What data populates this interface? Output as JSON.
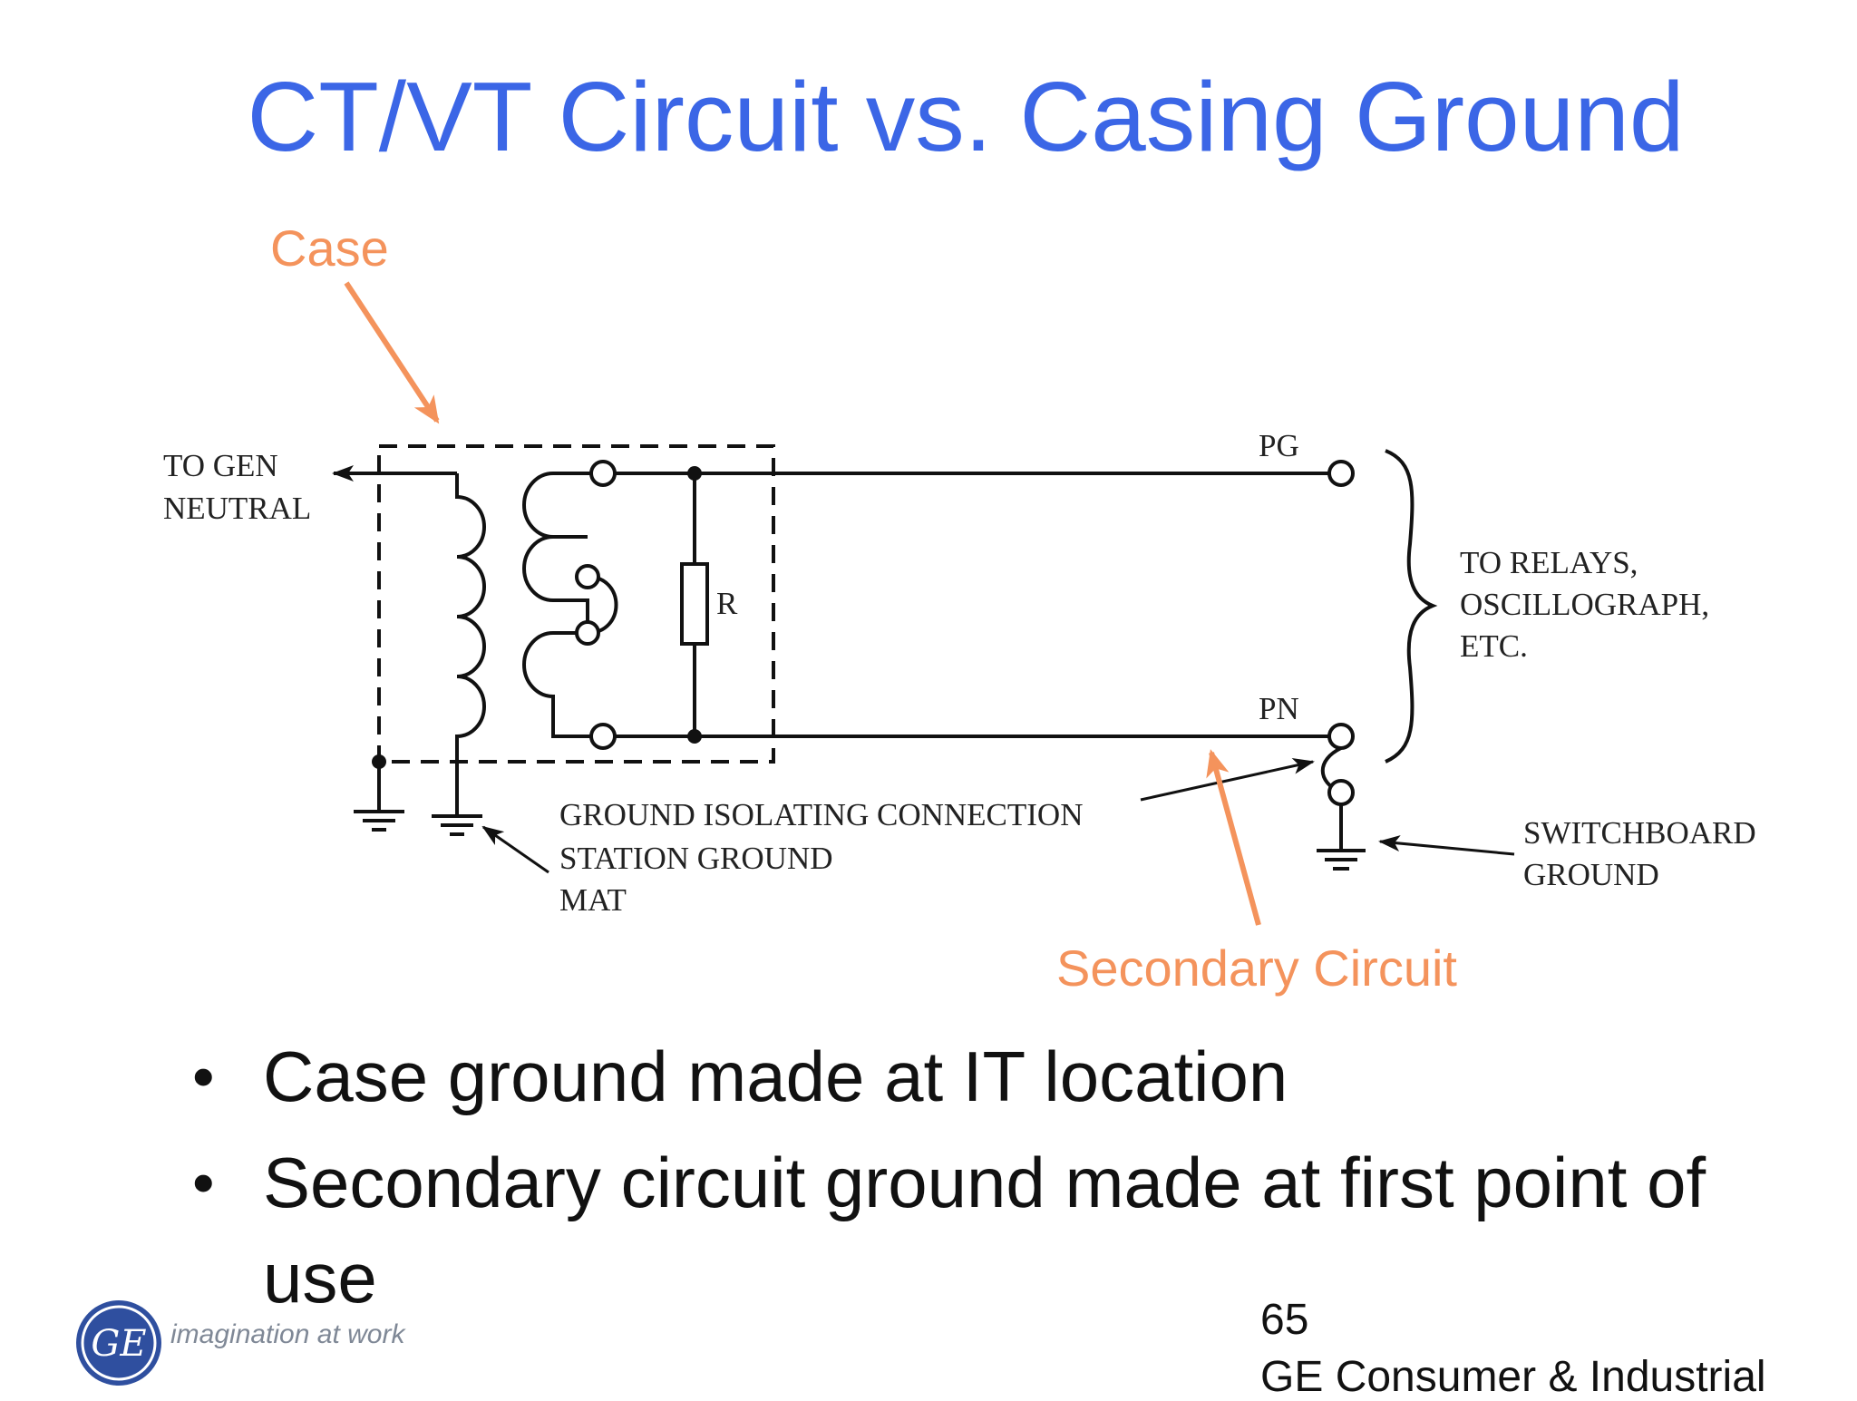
{
  "title": "CT/VT Circuit vs. Casing Ground",
  "callouts": {
    "case": "Case",
    "secondary_circuit": "Secondary Circuit"
  },
  "diagram": {
    "to_gen_neutral": [
      "TO GEN",
      "NEUTRAL"
    ],
    "pg": "PG",
    "pn": "PN",
    "resistor": "R",
    "to_relays": [
      "TO RELAYS,",
      "OSCILLOGRAPH,",
      "ETC."
    ],
    "ground_isolating": "GROUND ISOLATING CONNECTION",
    "station_ground": [
      "STATION GROUND",
      "MAT"
    ],
    "switchboard_ground": [
      "SWITCHBOARD",
      "GROUND"
    ]
  },
  "bullets": [
    "Case ground made at IT location",
    "Secondary circuit ground made at first point of use"
  ],
  "footer": {
    "slide_number": "65",
    "company": "GE Consumer & Industrial",
    "logo_mark": "GE",
    "logo_tagline": "imagination at work"
  },
  "colors": {
    "title": "#3b66e6",
    "callout": "#f4935c",
    "logo": "#2f4f9f"
  }
}
